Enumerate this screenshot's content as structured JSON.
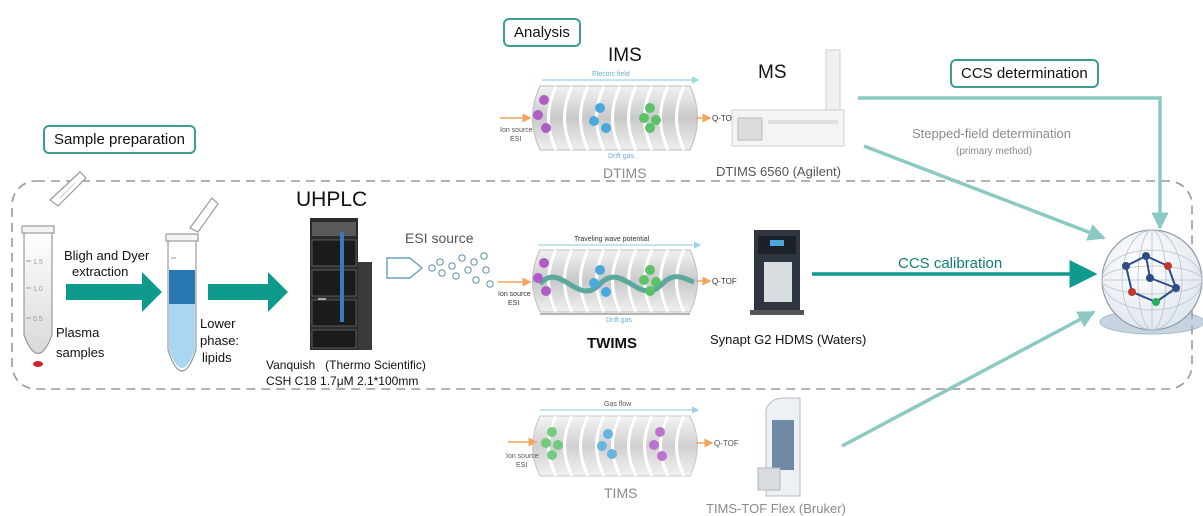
{
  "boxes": {
    "sample_preparation": "Sample preparation",
    "analysis": "Analysis",
    "ccs_determination": "CCS determination"
  },
  "prep": {
    "bligh_dyer": [
      "Bligh and Dyer",
      "extraction"
    ],
    "plasma": [
      "Plasma",
      "samples"
    ],
    "lower_phase": [
      "Lower",
      "phase:",
      "lipids"
    ],
    "tube_marks": [
      "1.5",
      "1.0",
      "0.5"
    ]
  },
  "uhplc": {
    "title": "UHPLC",
    "instrument": "Vanquish   (Thermo Scientific)",
    "column": "CSH C18  1.7μM  2.1*100mm"
  },
  "esi": {
    "title": "ESI source"
  },
  "ims": {
    "title": "IMS",
    "ms_title": "MS",
    "dtims_label": "DTIMS",
    "twims_label": "TWIMS",
    "tims_label": "TIMS",
    "electric_field": "Electric field",
    "drift_gas": "Drift gas",
    "traveling_wave": "Traveling wave potential",
    "gas_flow": "Gas flow",
    "ion_source": [
      "Ion source",
      "ESI"
    ],
    "qtof": "Q-TOF"
  },
  "instruments": {
    "dtims": "DTIMS 6560 (Agilent)",
    "synapt": "Synapt G2 HDMS (Waters)",
    "tims_tof": "TIMS-TOF Flex (Bruker)"
  },
  "ccs": {
    "calibration": "CCS calibration",
    "stepped_field": "Stepped-field determination",
    "primary_method": "(primary method)"
  },
  "colors": {
    "teal": "#0f9a8e",
    "light_teal": "#8cc9c3",
    "box_border": "#3a9e94",
    "ion_purple": "#b15bc7",
    "ion_blue": "#4ba8dc",
    "ion_green": "#5cc167"
  }
}
